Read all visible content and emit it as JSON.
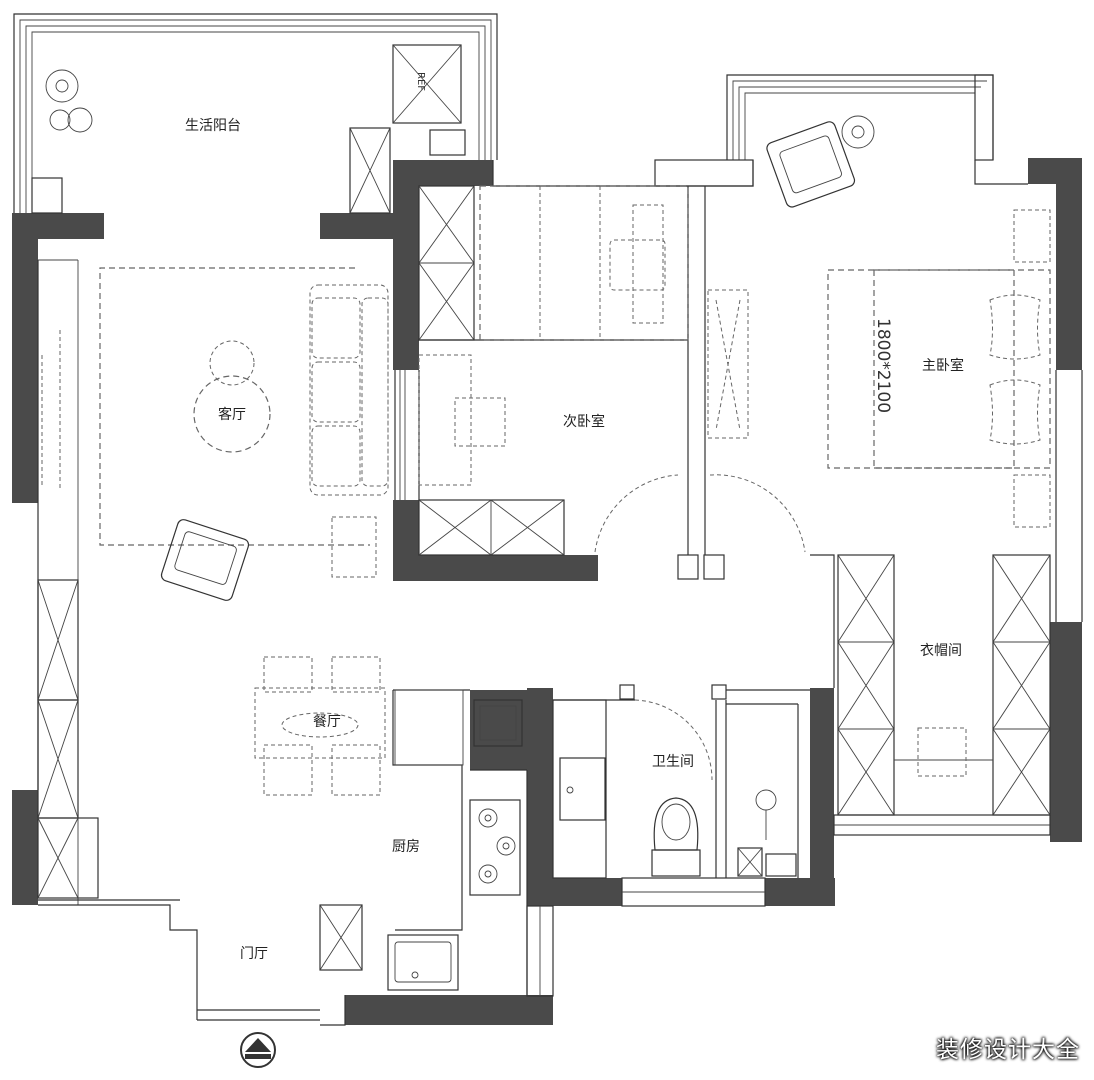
{
  "rooms": {
    "balcony": "生活阳台",
    "living_room": "客厅",
    "second_bedroom": "次卧室",
    "master_bedroom": "主卧室",
    "cloakroom": "衣帽间",
    "dining_room": "餐厅",
    "bathroom": "卫生间",
    "kitchen": "厨房",
    "entrance": "门厅"
  },
  "bed_size": "1800*2100",
  "fridge_label": "REF",
  "watermark": "装修设计大全"
}
